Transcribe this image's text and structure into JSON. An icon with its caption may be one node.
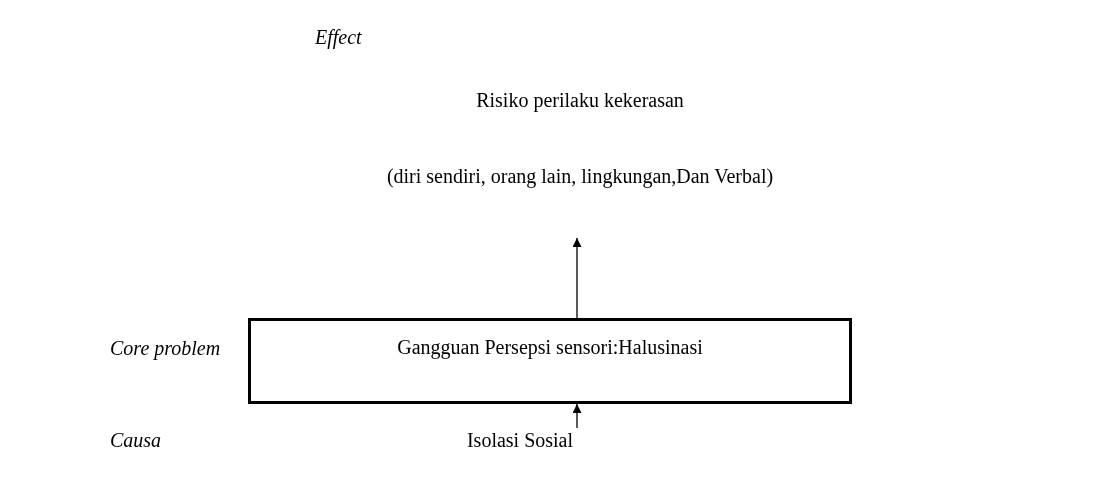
{
  "diagram": {
    "nodes": [
      {
        "text": [
          "Risiko perilaku kekerasan",
          "(diri sendiri, orang lain, lingkungan,Dan Verbal)"
        ]
      },
      {
        "text": [
          "Gangguan Persepsi sensori:Halusinasi"
        ]
      },
      {
        "text": [
          "Isolasi Sosial"
        ]
      }
    ],
    "edges": [
      {
        "from": 1,
        "to": 0,
        "arrow": "to"
      },
      {
        "from": 2,
        "to": 1,
        "arrow": "to"
      }
    ],
    "labels": [
      "Effect",
      "Core problem",
      "Causa"
    ]
  }
}
